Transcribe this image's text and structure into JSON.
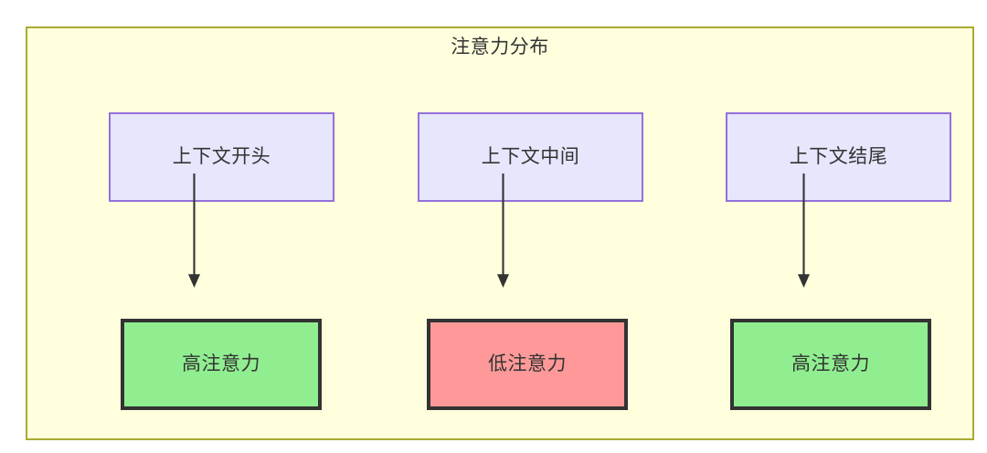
{
  "diagram": {
    "title": "注意力分布",
    "container_fill": "#ffffdd",
    "container_border": "#aaaa33",
    "context_nodes": [
      {
        "id": "context-start",
        "label": "上下文开头",
        "fill": "#e6e6fd",
        "border": "#9370db"
      },
      {
        "id": "context-middle",
        "label": "上下文中间",
        "fill": "#e6e6fd",
        "border": "#9370db"
      },
      {
        "id": "context-end",
        "label": "上下文结尾",
        "fill": "#e6e6fd",
        "border": "#9370db"
      }
    ],
    "attention_nodes": [
      {
        "id": "attention-high-start",
        "label": "高注意力",
        "level": "high",
        "fill": "#90ee90",
        "border": "#333333"
      },
      {
        "id": "attention-low-middle",
        "label": "低注意力",
        "level": "low",
        "fill": "#ff9999",
        "border": "#333333"
      },
      {
        "id": "attention-high-end",
        "label": "高注意力",
        "level": "high",
        "fill": "#90ee90",
        "border": "#333333"
      }
    ],
    "edges": [
      {
        "from": "context-start",
        "to": "attention-high-start",
        "label": ""
      },
      {
        "from": "context-middle",
        "to": "attention-low-middle",
        "label": ""
      },
      {
        "from": "context-end",
        "to": "attention-high-end",
        "label": ""
      }
    ],
    "edge_color": "#333333"
  }
}
